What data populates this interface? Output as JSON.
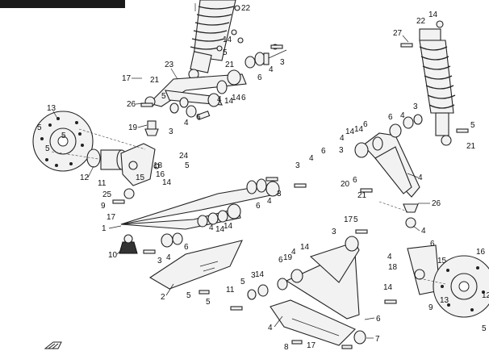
{
  "callouts": [
    {
      "id": "c1",
      "text": "22"
    },
    {
      "id": "c2",
      "text": "14"
    },
    {
      "id": "c3",
      "text": "5"
    },
    {
      "id": "c4",
      "text": "3"
    },
    {
      "id": "c5",
      "text": "4"
    },
    {
      "id": "c6",
      "text": "6"
    },
    {
      "id": "c7",
      "text": "21"
    },
    {
      "id": "c8",
      "text": "23"
    },
    {
      "id": "c9",
      "text": "17"
    },
    {
      "id": "c10",
      "text": "21"
    },
    {
      "id": "c11",
      "text": "4"
    },
    {
      "id": "c12",
      "text": "14"
    },
    {
      "id": "c13",
      "text": "14"
    },
    {
      "id": "c14",
      "text": "6"
    },
    {
      "id": "c15",
      "text": "26"
    },
    {
      "id": "c16",
      "text": "5"
    },
    {
      "id": "c17",
      "text": "6"
    },
    {
      "id": "c18",
      "text": "4"
    },
    {
      "id": "c19",
      "text": "19"
    },
    {
      "id": "c20",
      "text": "3"
    },
    {
      "id": "c21",
      "text": "13"
    },
    {
      "id": "c22",
      "text": "5"
    },
    {
      "id": "c23",
      "text": "5"
    },
    {
      "id": "c24",
      "text": "5"
    },
    {
      "id": "c25",
      "text": "24"
    },
    {
      "id": "c26",
      "text": "18"
    },
    {
      "id": "c27",
      "text": "5"
    },
    {
      "id": "c28",
      "text": "16"
    },
    {
      "id": "c29",
      "text": "15"
    },
    {
      "id": "c30",
      "text": "12"
    },
    {
      "id": "c31",
      "text": "11"
    },
    {
      "id": "c32",
      "text": "14"
    },
    {
      "id": "c33",
      "text": "25"
    },
    {
      "id": "c34",
      "text": "9"
    },
    {
      "id": "c35",
      "text": "17"
    },
    {
      "id": "c36",
      "text": "1"
    },
    {
      "id": "c37",
      "text": "10"
    },
    {
      "id": "c38",
      "text": "3"
    },
    {
      "id": "c39",
      "text": "4"
    },
    {
      "id": "c40",
      "text": "6"
    },
    {
      "id": "c41",
      "text": "4"
    },
    {
      "id": "c42",
      "text": "14"
    },
    {
      "id": "c43",
      "text": "14"
    },
    {
      "id": "c44",
      "text": "6"
    },
    {
      "id": "c45",
      "text": "4"
    },
    {
      "id": "c46",
      "text": "3"
    },
    {
      "id": "c47",
      "text": "3"
    },
    {
      "id": "c48",
      "text": "4"
    },
    {
      "id": "c49",
      "text": "6"
    },
    {
      "id": "c50",
      "text": "2"
    },
    {
      "id": "c51",
      "text": "5"
    },
    {
      "id": "c52",
      "text": "5"
    },
    {
      "id": "c53",
      "text": "22"
    },
    {
      "id": "c54",
      "text": "14"
    },
    {
      "id": "c55",
      "text": "27"
    },
    {
      "id": "c56",
      "text": "3"
    },
    {
      "id": "c57",
      "text": "4"
    },
    {
      "id": "c58",
      "text": "6"
    },
    {
      "id": "c59",
      "text": "5"
    },
    {
      "id": "c60",
      "text": "21"
    },
    {
      "id": "c61",
      "text": "4"
    },
    {
      "id": "c62",
      "text": "14"
    },
    {
      "id": "c63",
      "text": "14"
    },
    {
      "id": "c64",
      "text": "6"
    },
    {
      "id": "c65",
      "text": "3"
    },
    {
      "id": "c66",
      "text": "4"
    },
    {
      "id": "c67",
      "text": "6"
    },
    {
      "id": "c68",
      "text": "20"
    },
    {
      "id": "c69",
      "text": "21"
    },
    {
      "id": "c70",
      "text": "26"
    },
    {
      "id": "c71",
      "text": "5"
    },
    {
      "id": "c72",
      "text": "17"
    },
    {
      "id": "c73",
      "text": "3"
    },
    {
      "id": "c74",
      "text": "4"
    },
    {
      "id": "c75",
      "text": "6"
    },
    {
      "id": "c76",
      "text": "19"
    },
    {
      "id": "c77",
      "text": "4"
    },
    {
      "id": "c78",
      "text": "14"
    },
    {
      "id": "c79",
      "text": "14"
    },
    {
      "id": "c80",
      "text": "4"
    },
    {
      "id": "c81",
      "text": "6"
    },
    {
      "id": "c82",
      "text": "18"
    },
    {
      "id": "c83",
      "text": "15"
    },
    {
      "id": "c84",
      "text": "16"
    },
    {
      "id": "c85",
      "text": "14"
    },
    {
      "id": "c86",
      "text": "13"
    },
    {
      "id": "c87",
      "text": "9"
    },
    {
      "id": "c88",
      "text": "12"
    },
    {
      "id": "c89",
      "text": "11"
    },
    {
      "id": "c90",
      "text": "5"
    },
    {
      "id": "c91",
      "text": "3"
    },
    {
      "id": "c92",
      "text": "4"
    },
    {
      "id": "c93",
      "text": "6"
    },
    {
      "id": "c94",
      "text": "7"
    },
    {
      "id": "c95",
      "text": "17"
    },
    {
      "id": "c96",
      "text": "8"
    },
    {
      "id": "c97",
      "text": "5"
    },
    {
      "id": "c98",
      "text": "5"
    },
    {
      "id": "c99",
      "text": "5"
    }
  ]
}
